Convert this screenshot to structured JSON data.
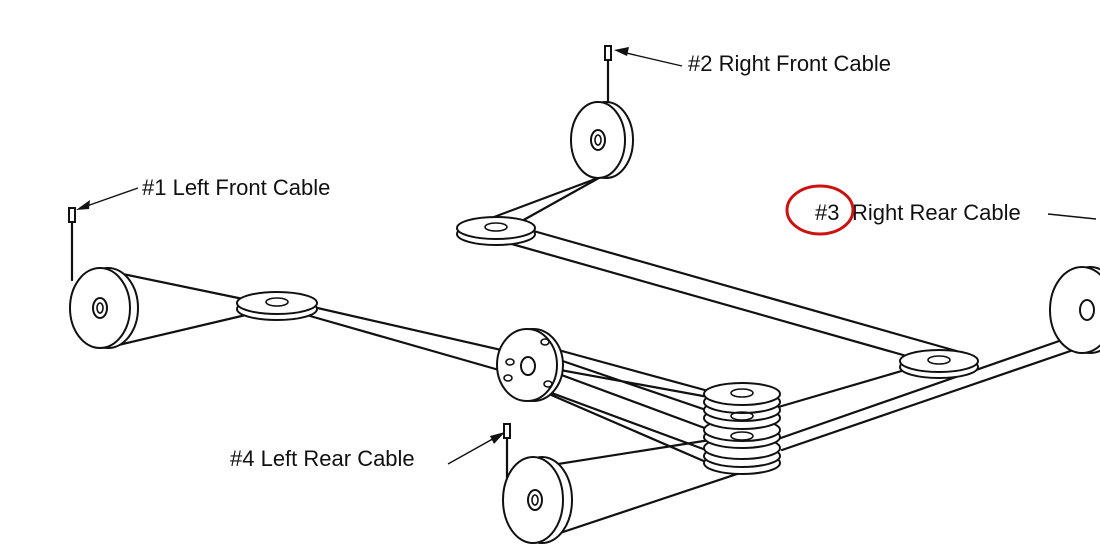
{
  "labels": {
    "cable_1": "#1 Left Front Cable",
    "cable_2": "#2 Right Front Cable",
    "cable_3_number": "#3",
    "cable_3_text": "Right Rear Cable",
    "cable_4": "#4 Left Rear Cable"
  },
  "colors": {
    "line": "#111111",
    "highlight_circle": "#cc1111",
    "background": "#ffffff"
  }
}
